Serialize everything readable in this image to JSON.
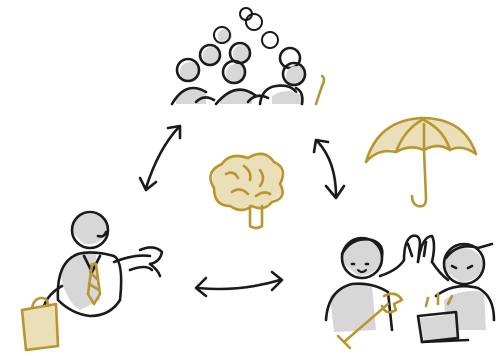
{
  "diagram": {
    "type": "cycle-illustration",
    "nodes": [
      {
        "id": "community",
        "icon": "group-of-people-icon"
      },
      {
        "id": "protection",
        "icon": "umbrella-icon"
      },
      {
        "id": "team",
        "icon": "two-people-high-five-icon"
      },
      {
        "id": "business",
        "icon": "businessman-with-briefcase-icon"
      },
      {
        "id": "center",
        "icon": "brain-icon"
      }
    ],
    "connections": [
      {
        "from": "business",
        "to": "community",
        "style": "double-arrow"
      },
      {
        "from": "community",
        "to": "team",
        "style": "double-arrow"
      },
      {
        "from": "business",
        "to": "team",
        "style": "double-arrow"
      }
    ]
  },
  "colors": {
    "ink": "#1a1a1a",
    "gold": "#b8952f",
    "gold_light": "#eadfb8",
    "shade": "#d7d7d7",
    "background": "#ffffff"
  }
}
